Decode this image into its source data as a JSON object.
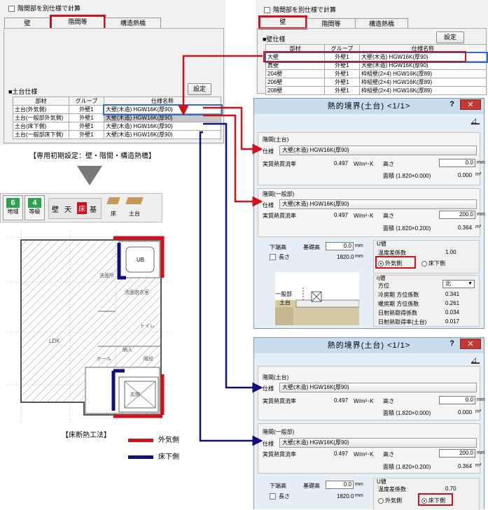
{
  "left_panel": {
    "checkbox_label": "階間部を別仕様で計算",
    "tabs": [
      "壁",
      "階間等",
      "構造熱橋"
    ],
    "section_title": "■土台仕様",
    "settings_button": "設定",
    "table_headers": [
      "部材",
      "グループ",
      "仕様名称"
    ],
    "rows": [
      [
        "土台(外気側)",
        "外壁1",
        "大壁(木造) HGW16K(厚90)"
      ],
      [
        "土台(一般部外気側)",
        "外壁1",
        "大壁(木造) HGW16K(厚90)"
      ],
      [
        "土台(床下側)",
        "外壁1",
        "大壁(木造) HGW16K(厚90)"
      ],
      [
        "土台(一般部床下側)",
        "外壁1",
        "大壁(木造) HGW16K(厚90)"
      ]
    ]
  },
  "right_panel": {
    "checkbox_label": "階間部を別仕様で計算",
    "tabs": [
      "壁",
      "階間等",
      "構造熱橋"
    ],
    "section_title": "■壁仕様",
    "settings_button": "設定",
    "table_headers": [
      "部材",
      "グループ",
      "仕様名称"
    ],
    "rows": [
      [
        "大壁",
        "外壁1",
        "大壁(木造) HGW16K(厚90)"
      ],
      [
        "真壁",
        "外壁1",
        "大壁(木造) HGW16K(厚90)"
      ],
      [
        "204壁",
        "外壁1",
        "枠組壁(2×4) HGW16K(厚89)"
      ],
      [
        "206壁",
        "外壁1",
        "枠組壁(2×4) HGW16K(厚89)"
      ],
      [
        "208壁",
        "外壁1",
        "枠組壁(2×4) HGW16K(厚89)"
      ]
    ]
  },
  "caption_initial": "【専用初期設定：壁・階間・構造熱橋】",
  "toolbar": {
    "region_num": "6",
    "region_label": "地域",
    "grade_num": "4",
    "grade_label": "等級",
    "wall": "壁",
    "ceiling": "天",
    "floor": "床",
    "base": "基",
    "floor_icon_label": "床",
    "sill_icon_label": "土台"
  },
  "plan": {
    "rooms": [
      "UB",
      "洗面所",
      "洗面脱衣室",
      "トイレ",
      "LDK",
      "納入",
      "ホール",
      "階段",
      "玄関"
    ],
    "caption": "【床断熱工法】",
    "legend_outside": "外気側",
    "legend_underfloor": "床下側"
  },
  "dialogs": [
    {
      "title": "熱的境界(土台)  <1/1>",
      "sec1_title": "階間(土台)",
      "spec_label": "仕様",
      "spec1": "大壁(木造) HGW16K(厚90)",
      "flux_label": "実質熱貫流率",
      "flux1": "0.497",
      "flux_unit": "W/m²･K",
      "height_label": "高さ",
      "height1": "0.0",
      "mm": "mm",
      "area_label": "面積 (1.820×0.000)",
      "area1": "0.000",
      "m2": "m²",
      "sec2_title": "階間(一般部)",
      "spec2": "大壁(木造) HGW16K(厚90)",
      "flux2": "0.497",
      "height2": "200.0",
      "area2_label": "面積 (1.820×0.200)",
      "area2": "0.364",
      "bottom_label": "下端高",
      "base_label": "基礎高",
      "base_val": "0.0",
      "length_label": "長さ",
      "length_val": "1820.0",
      "u_title": "U値",
      "temp_coef_label": "温度差係数",
      "temp_coef": "1.00",
      "outside": "外気側",
      "underfloor": "床下側",
      "selected": "outside",
      "eta_title": "η値",
      "dir_label": "方位",
      "dir_val": "北",
      "cool_label": "冷房期 方位係数",
      "cool_val": "0.341",
      "heat_label": "暖房期 方位係数",
      "heat_val": "0.261",
      "solar_label": "日射熱取得係数",
      "solar_val": "0.034",
      "solar_rate_label": "日射熱取得率(土台)",
      "solar_rate_val": "0.017",
      "diagram_general": "一般部",
      "diagram_sill": "土台"
    },
    {
      "title": "熱的境界(土台)  <1/1>",
      "sec1_title": "階間(土台)",
      "spec_label": "仕様",
      "spec1": "大壁(木造) HGW16K(厚90)",
      "flux_label": "実質熱貫流率",
      "flux1": "0.497",
      "flux_unit": "W/m²･K",
      "height_label": "高さ",
      "height1": "0.0",
      "mm": "mm",
      "area_label": "面積 (1.820×0.000)",
      "area1": "0.000",
      "m2": "m²",
      "sec2_title": "階間(一般部)",
      "spec2": "大壁(木造) HGW16K(厚90)",
      "flux2": "0.497",
      "height2": "200.0",
      "area2_label": "面積 (1.820×0.200)",
      "area2": "0.364",
      "bottom_label": "下端高",
      "base_label": "基礎高",
      "base_val": "0.0",
      "length_label": "長さ",
      "length_val": "1820.0",
      "u_title": "U値",
      "temp_coef_label": "温度差係数",
      "temp_coef": "0.70",
      "outside": "外気側",
      "underfloor": "床下側",
      "selected": "underfloor"
    }
  ],
  "colors": {
    "outside": "#d0101a",
    "underfloor": "#10107a"
  }
}
